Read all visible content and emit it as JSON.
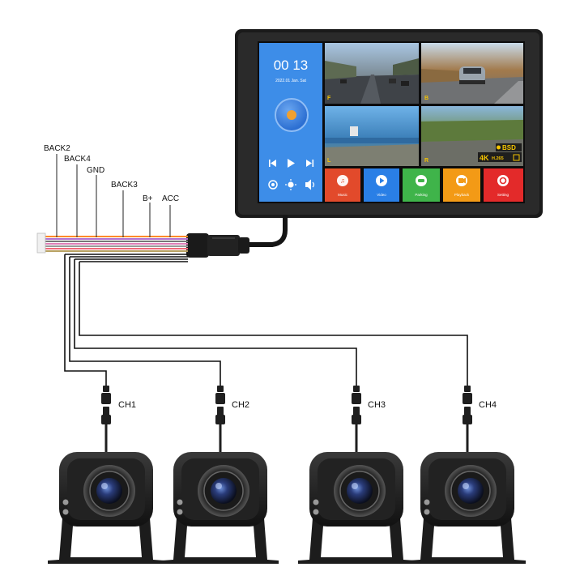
{
  "wire_labels": {
    "back2": "BACK2",
    "back4": "BACK4",
    "gnd": "GND",
    "back3": "BACK3",
    "bplus": "B+",
    "acc": "ACC"
  },
  "channels": {
    "ch1": "CH1",
    "ch2": "CH2",
    "ch3": "CH3",
    "ch4": "CH4"
  },
  "monitor": {
    "time": "00 13",
    "date": "2022.01 Jan. Sat",
    "view_labels": {
      "front": "F",
      "back": "B",
      "left": "L",
      "right": "R"
    },
    "badge_bsd": "BSD",
    "badge_4k": "4K",
    "badge_codec": "H.265",
    "apps": [
      {
        "label": "Music",
        "color": "#e24a2b"
      },
      {
        "label": "Video",
        "color": "#2a7fe6"
      },
      {
        "label": "Parking",
        "color": "#3fb44a"
      },
      {
        "label": "Playback",
        "color": "#f39a16"
      },
      {
        "label": "Setting",
        "color": "#e32a2a"
      }
    ]
  },
  "colors": {
    "panel_blue": "#3d8de8",
    "wire_purple": "#a070c8",
    "wire_pink": "#e07ab0",
    "wire_orange": "#f08a3c"
  }
}
